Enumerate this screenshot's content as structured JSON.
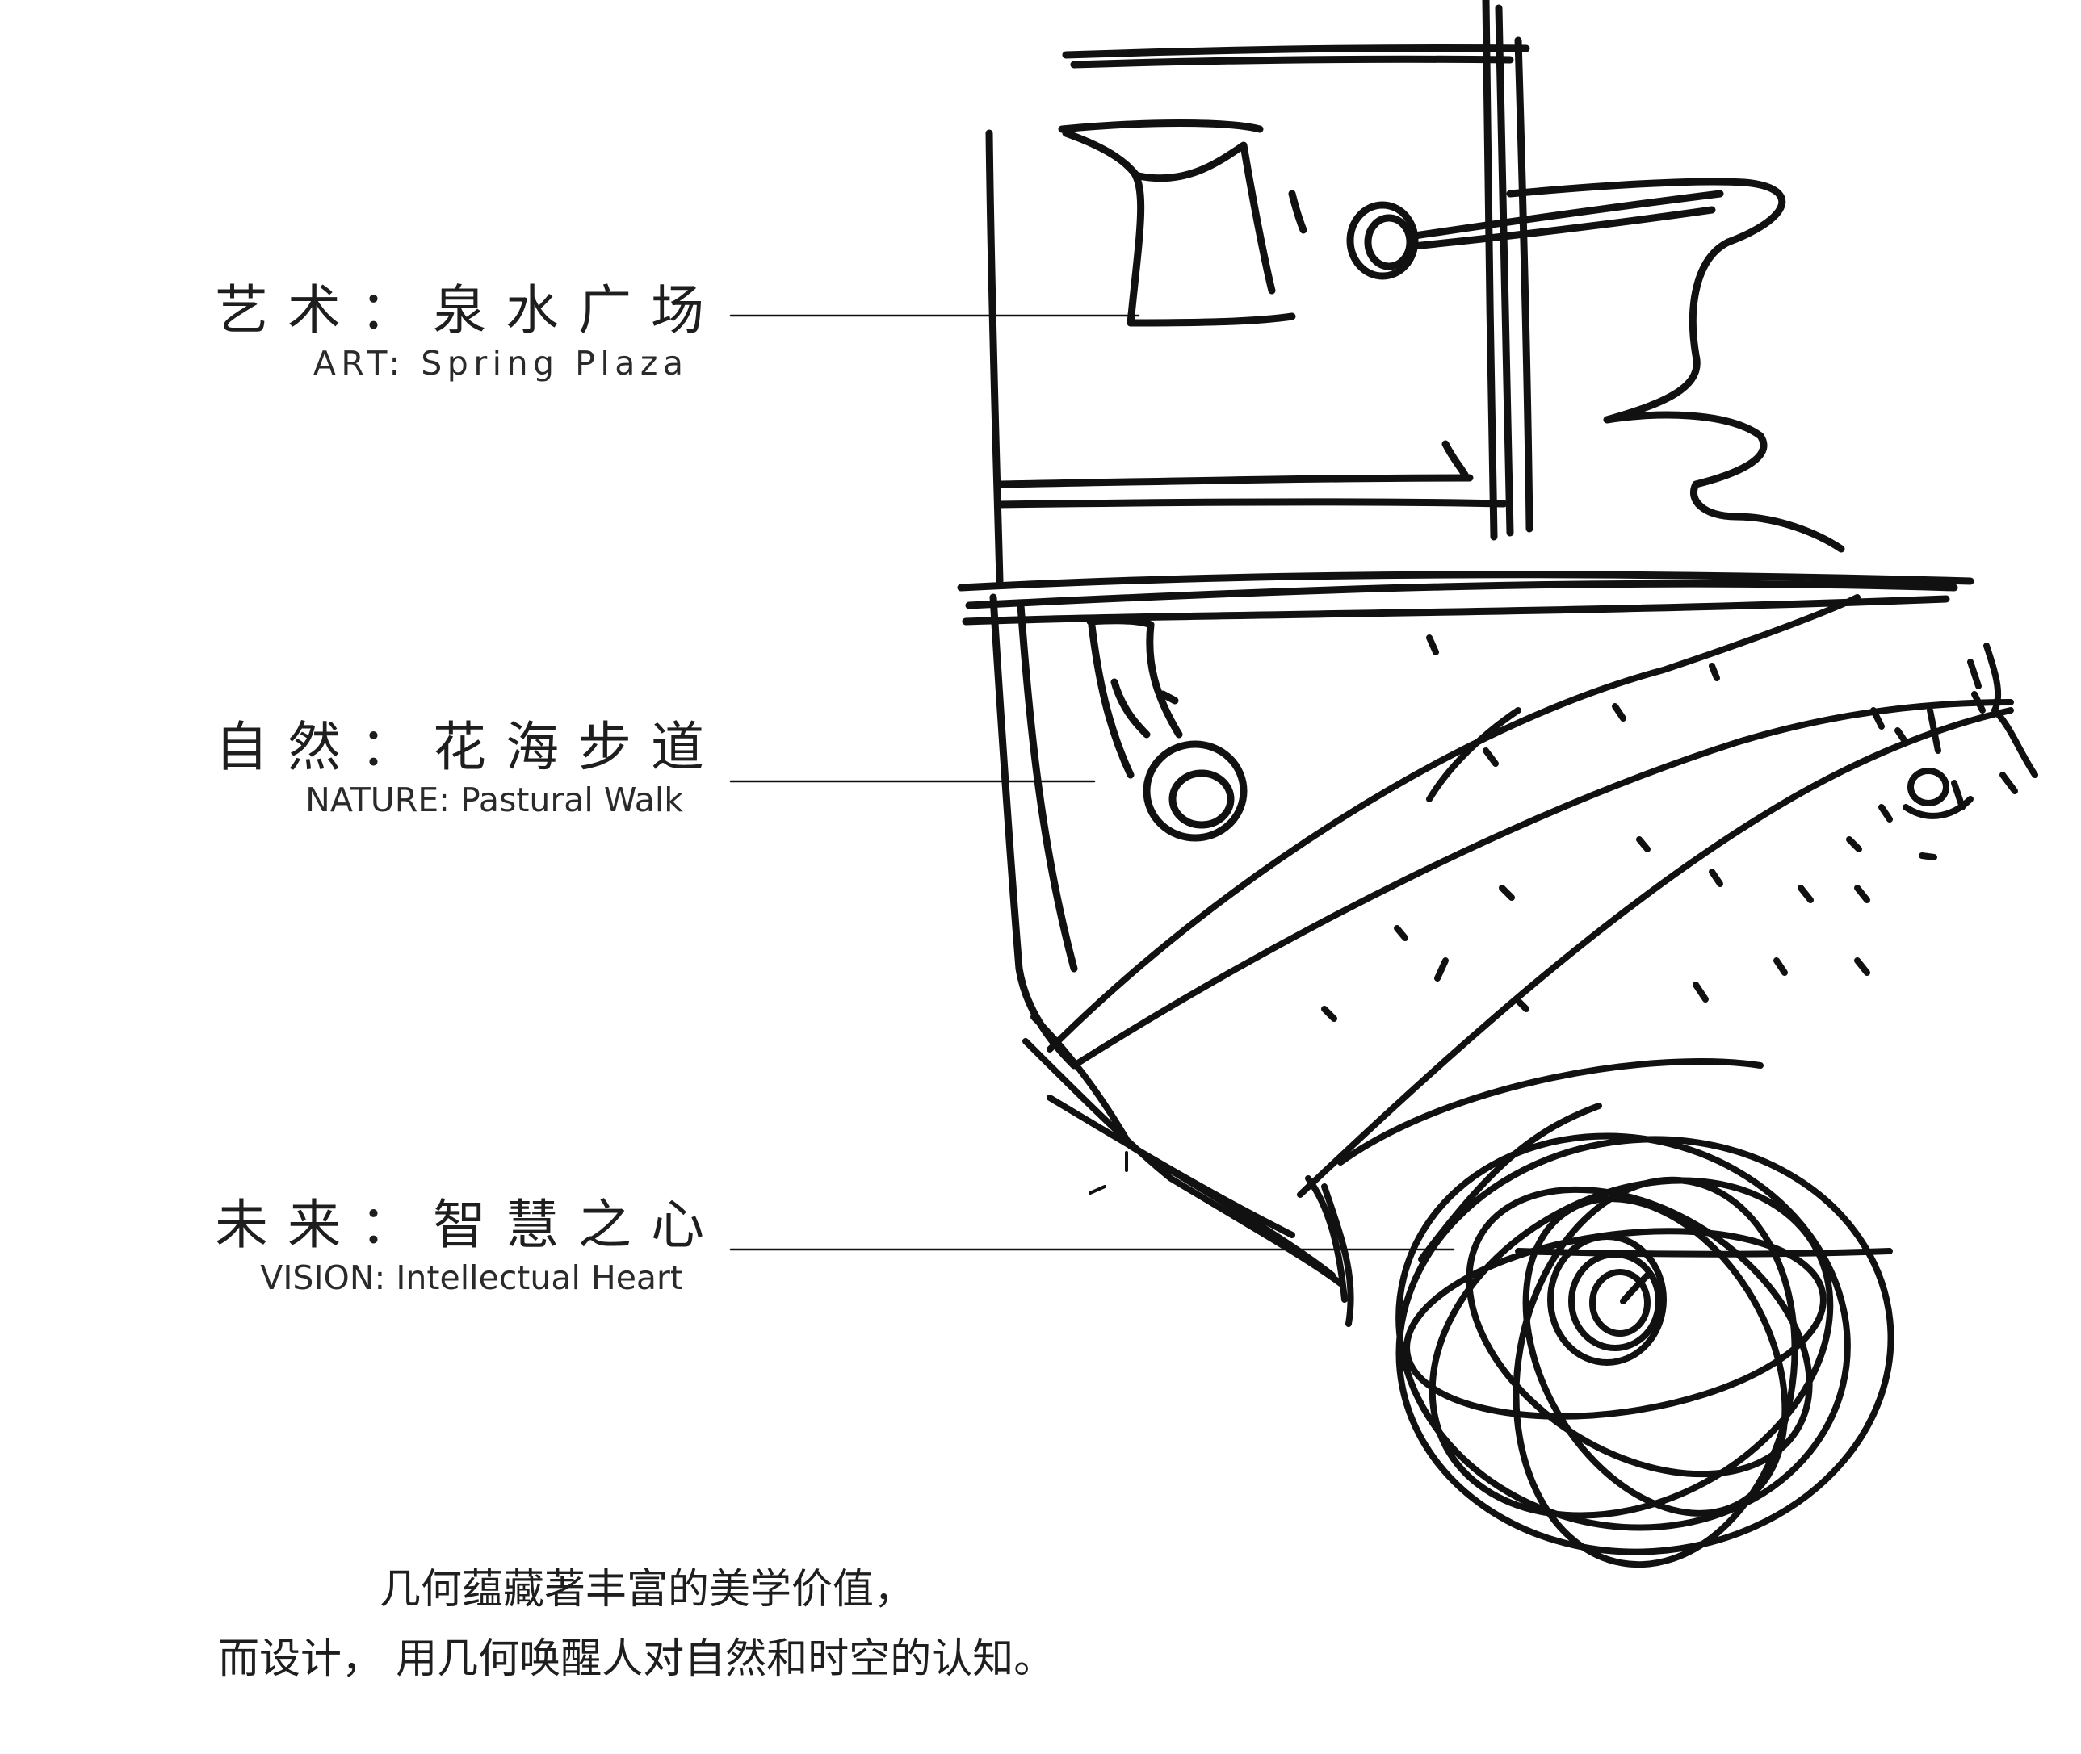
{
  "labels": [
    {
      "cn": "艺术：泉水广场",
      "en": "ART: Spring Plaza"
    },
    {
      "cn": "自然：花海步道",
      "en": "NATURE: Pastural Walk"
    },
    {
      "cn": "未来：智慧之心",
      "en": "VISION: Intellectual Heart"
    }
  ],
  "caption": {
    "line1": "几何蕴藏著丰富的美学价值，",
    "line2": "而设计， 用几何唤醒人对自然和时空的认知。"
  },
  "colors": {
    "ink": "#111111",
    "background": "#ffffff"
  }
}
